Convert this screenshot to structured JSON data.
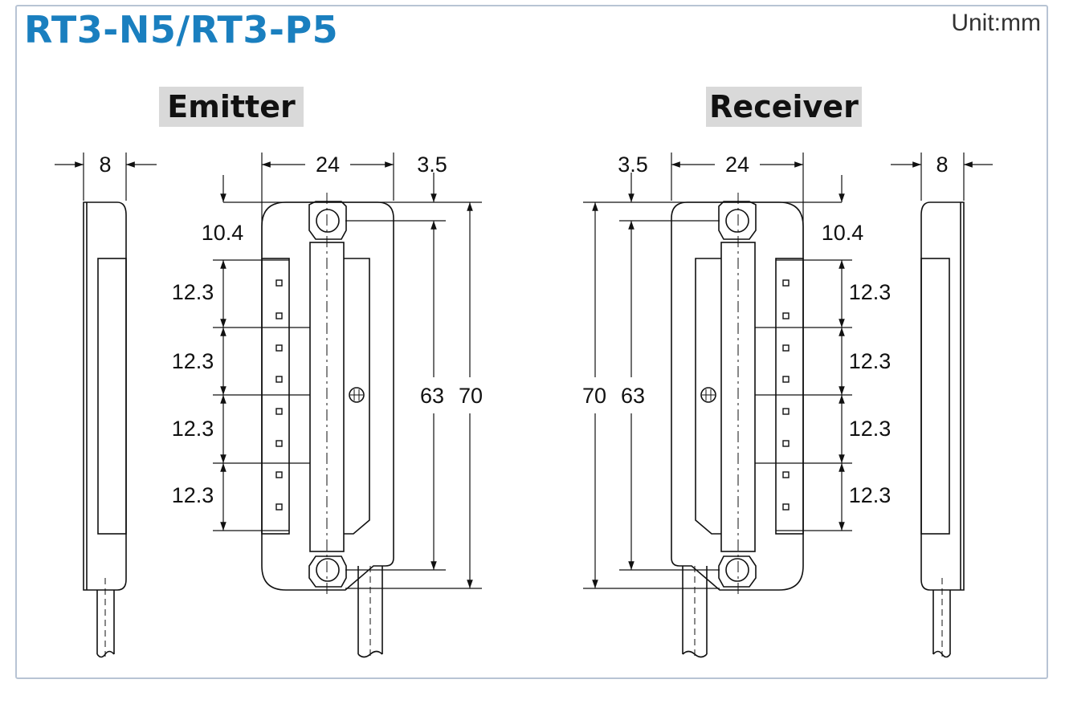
{
  "header": {
    "title": "RT3-N5/RT3-P5",
    "unit": "Unit:mm"
  },
  "views": {
    "emitter_label": "Emitter",
    "receiver_label": "Receiver"
  },
  "dims": {
    "side_width": "8",
    "body_width": "24",
    "offset": "3.5",
    "top_offset": "10.4",
    "pitch": "12.3",
    "inner_height": "63",
    "total_height": "70"
  }
}
